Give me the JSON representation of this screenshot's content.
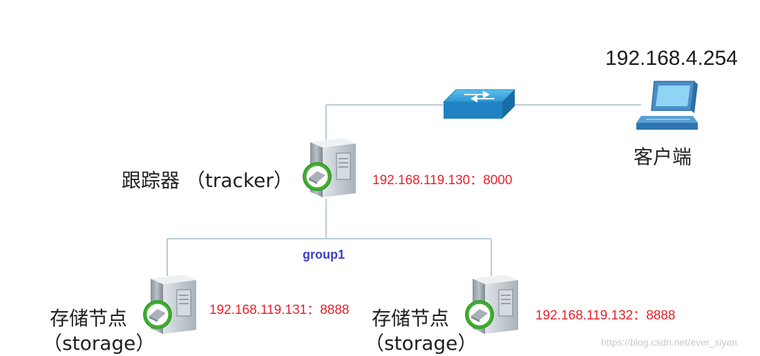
{
  "client": {
    "ip": "192.168.4.254",
    "label": "客户端",
    "icon": "computer-icon"
  },
  "switch": {
    "icon": "network-switch-icon"
  },
  "tracker": {
    "label": "跟踪器 （tracker）",
    "ip": "192.168.119.130：8000",
    "icon": "server-icon"
  },
  "group": {
    "label": "group1"
  },
  "storages": [
    {
      "name": "存储节点",
      "sub": "（storage）",
      "ip": "192.168.119.131：8888",
      "icon": "server-icon"
    },
    {
      "name": "存储节点",
      "sub": "（storage）",
      "ip": "192.168.119.132：8888",
      "icon": "server-icon"
    }
  ],
  "watermark": "https://blog.csdn.net/ever_siyan",
  "colors": {
    "line": "#b7ccd8",
    "ip_text": "#e8202a",
    "group_text": "#3b3fc6",
    "switch": "#2a95d3"
  }
}
